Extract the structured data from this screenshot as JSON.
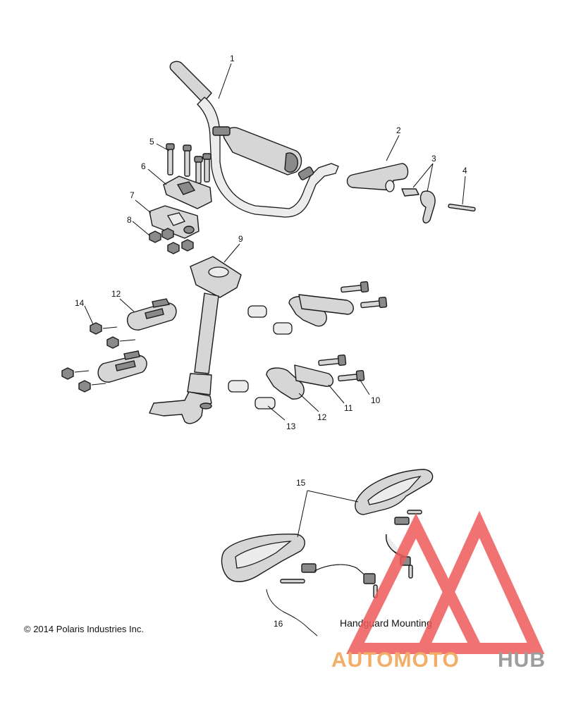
{
  "callouts": {
    "c1": "1",
    "c2": "2",
    "c3": "3",
    "c4": "4",
    "c5": "5",
    "c6": "6",
    "c7": "7",
    "c8": "8",
    "c9": "9",
    "c10": "10",
    "c11": "11",
    "c12a": "12",
    "c12b": "12",
    "c13": "13",
    "c14": "14",
    "c15": "15",
    "c16": "16"
  },
  "handguard_caption": "Handguard Mounting",
  "copyright": "© 2014 Polaris Industries Inc.",
  "watermark": {
    "part1": "AUTOMOTO",
    "part2": "HUB",
    "color_accent": "#f0a050",
    "color_red": "#ee5a5a",
    "color_gray": "#8c8c8c"
  }
}
